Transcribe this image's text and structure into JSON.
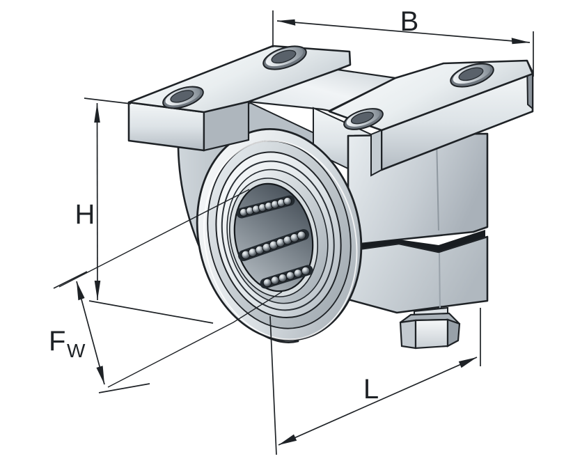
{
  "figure": {
    "subject": "Flanged linear ball bearing and housing unit - isometric technical drawing",
    "background_color": "#ffffff",
    "line_color": "#1e2226",
    "metal_light": "#f2f5f6",
    "metal_mid": "#c6cdd3",
    "metal_dark": "#8d959d",
    "bore_dark": "#47505a"
  },
  "dimensions": {
    "b": {
      "label": "B"
    },
    "h": {
      "label": "H"
    },
    "fw": {
      "label": "F",
      "subscript": "W"
    },
    "l": {
      "label": "L"
    }
  }
}
